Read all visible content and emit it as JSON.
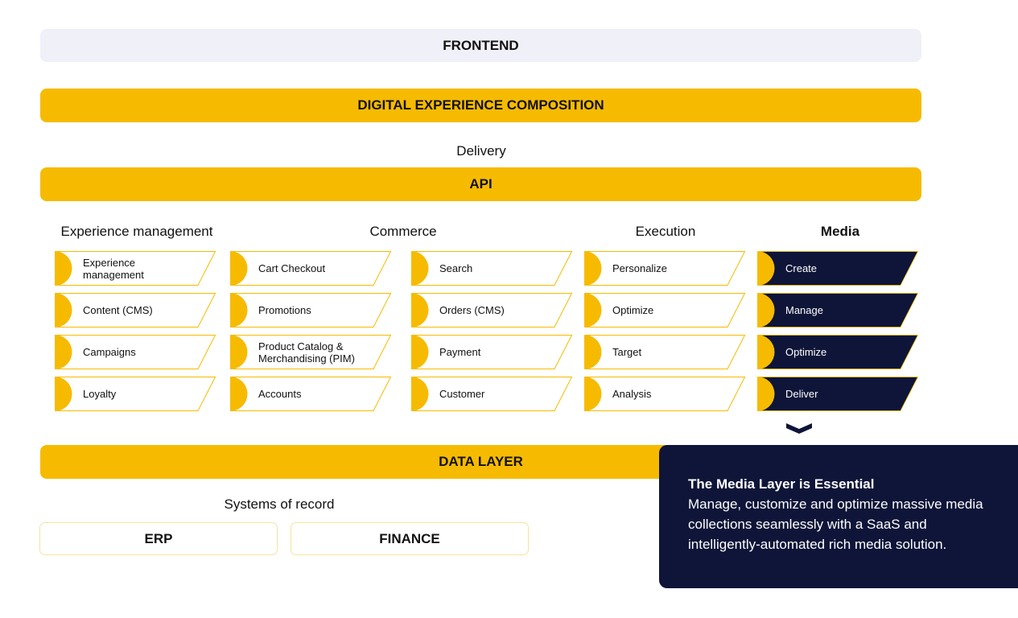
{
  "frontend": "FRONTEND",
  "composition": "DIGITAL EXPERIENCE COMPOSITION",
  "delivery": "Delivery",
  "api": "API",
  "data_layer": "DATA LAYER",
  "systems_of_record": "Systems of record",
  "systems": [
    "ERP",
    "FINANCE"
  ],
  "columns": [
    {
      "title": "Experience management",
      "items": [
        "Experience management",
        "Content (CMS)",
        "Campaigns",
        "Loyalty"
      ]
    },
    {
      "title": "Commerce",
      "items": [
        "Cart Checkout",
        "Promotions",
        "Product Catalog & Merchandising (PIM)",
        "Accounts",
        "Search",
        "Orders (CMS)",
        "Payment",
        "Customer"
      ]
    },
    {
      "title": "Execution",
      "items": [
        "Personalize",
        "Optimize",
        "Target",
        "Analysis"
      ]
    },
    {
      "title": "Media",
      "items": [
        "Create",
        "Manage",
        "Optimize",
        "Deliver"
      ]
    }
  ],
  "callout": {
    "title": "The Media Layer is Essential",
    "text": "Manage, customize and optimize massive media collections seamlessly with a SaaS and intelligently-automated rich media solution."
  },
  "colors": {
    "accent": "#f6bb00",
    "navy": "#0e1538",
    "light_band": "#eff0f8",
    "outline": "#f6bb00"
  }
}
